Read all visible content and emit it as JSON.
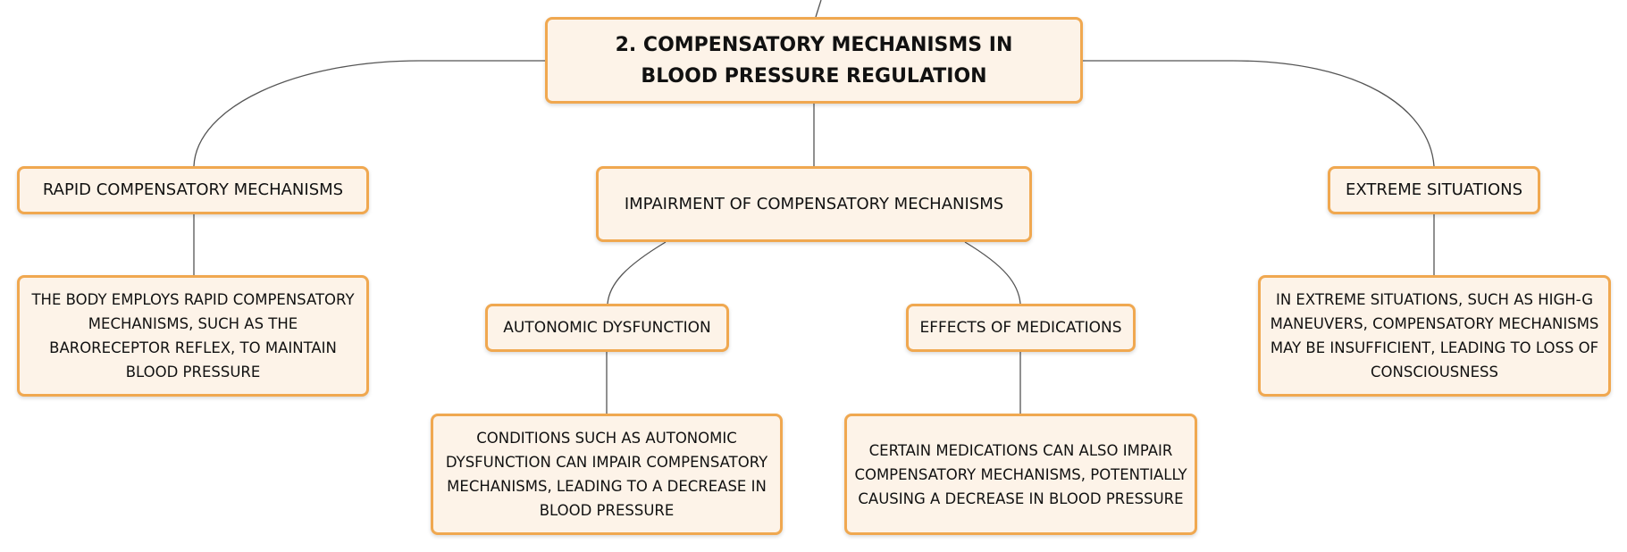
{
  "root": {
    "title": "2. COMPENSATORY MECHANISMS IN BLOOD PRESSURE REGULATION"
  },
  "branches": {
    "rapid": {
      "label": "RAPID COMPENSATORY MECHANISMS",
      "detail": "THE BODY EMPLOYS RAPID COMPENSATORY MECHANISMS, SUCH AS THE BARORECEPTOR REFLEX, TO MAINTAIN BLOOD PRESSURE"
    },
    "impairment": {
      "label": "IMPAIRMENT OF COMPENSATORY MECHANISMS",
      "autonomic": {
        "label": "AUTONOMIC DYSFUNCTION",
        "detail": "CONDITIONS SUCH AS AUTONOMIC DYSFUNCTION CAN IMPAIR COMPENSATORY MECHANISMS, LEADING TO A DECREASE IN BLOOD PRESSURE"
      },
      "medications": {
        "label": "EFFECTS OF MEDICATIONS",
        "detail": "CERTAIN MEDICATIONS CAN ALSO IMPAIR COMPENSATORY MECHANISMS, POTENTIALLY CAUSING A DECREASE IN BLOOD PRESSURE"
      }
    },
    "extreme": {
      "label": "EXTREME SITUATIONS",
      "detail": "IN EXTREME SITUATIONS, SUCH AS HIGH-G MANEUVERS, COMPENSATORY MECHANISMS MAY BE INSUFFICIENT, LEADING TO LOSS OF CONSCIOUSNESS"
    }
  },
  "colors": {
    "node_fill": "#fdf3e8",
    "node_border": "#f0a850",
    "connector": "#555555"
  }
}
